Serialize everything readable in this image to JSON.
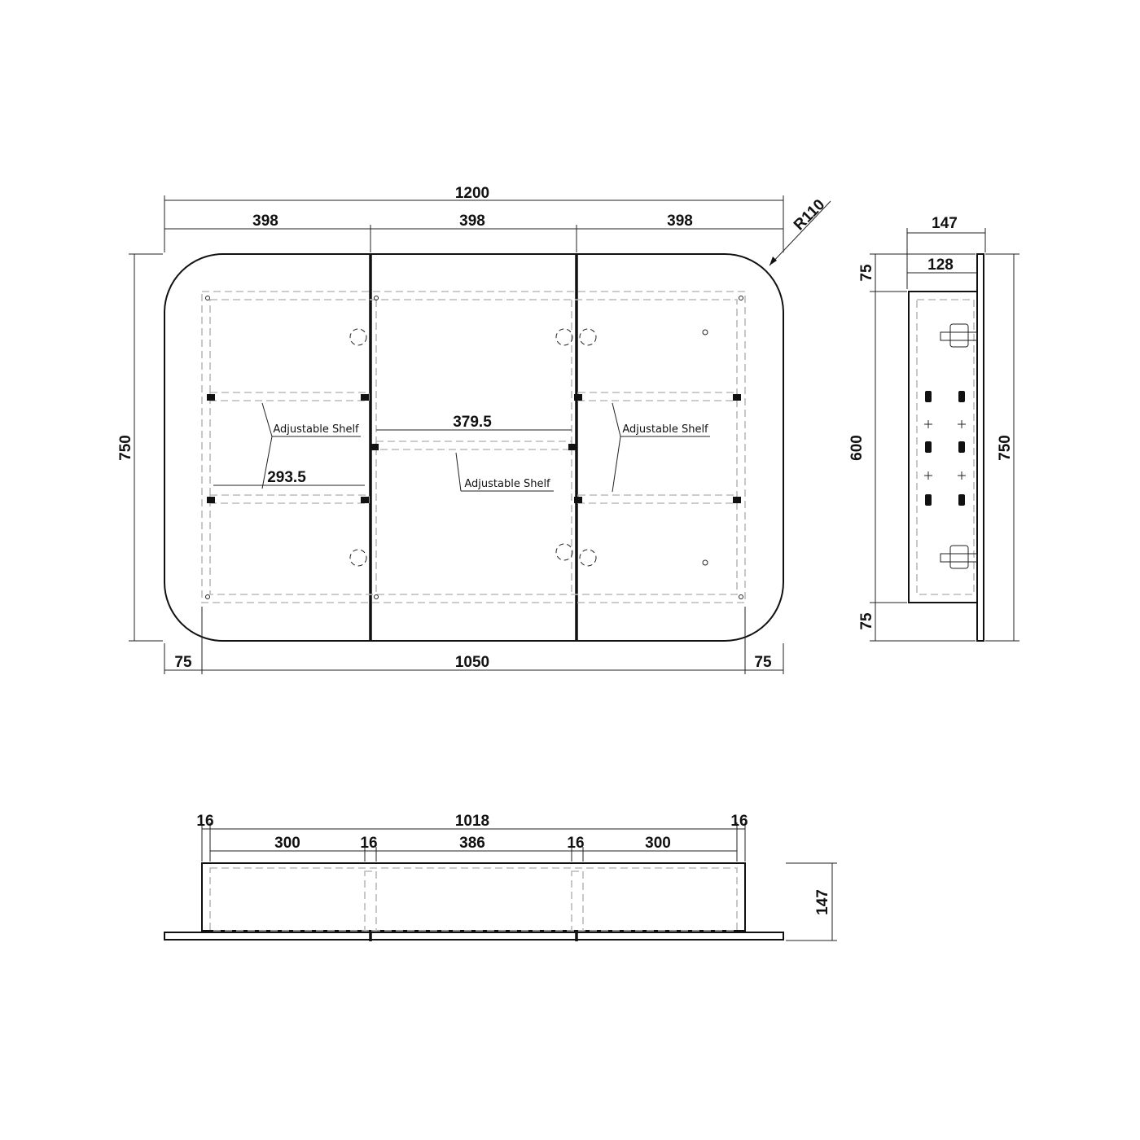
{
  "front_view": {
    "overall_width": "1200",
    "door_widths": [
      "398",
      "398",
      "398"
    ],
    "corner_radius": "R110",
    "overall_height": "750",
    "bottom_margins": [
      "75",
      "1050",
      "75"
    ],
    "inner_width_middle": "379.5",
    "inner_width_side": "293.5",
    "shelf_labels": [
      "Adjustable Shelf",
      "Adjustable Shelf",
      "Adjustable Shelf"
    ]
  },
  "side_view": {
    "total_depth": "147",
    "cabinet_depth": "128",
    "top_offset": "75",
    "cabinet_height": "600",
    "bottom_offset": "75",
    "overall_height": "750"
  },
  "plan_view": {
    "inner_width": "1018",
    "left_panel": "16",
    "right_panel": "16",
    "sections": [
      "300",
      "16",
      "386",
      "16",
      "300"
    ],
    "depth": "147"
  },
  "colors": {
    "line": "#111111",
    "hidden_line": "#bbbbbb"
  }
}
